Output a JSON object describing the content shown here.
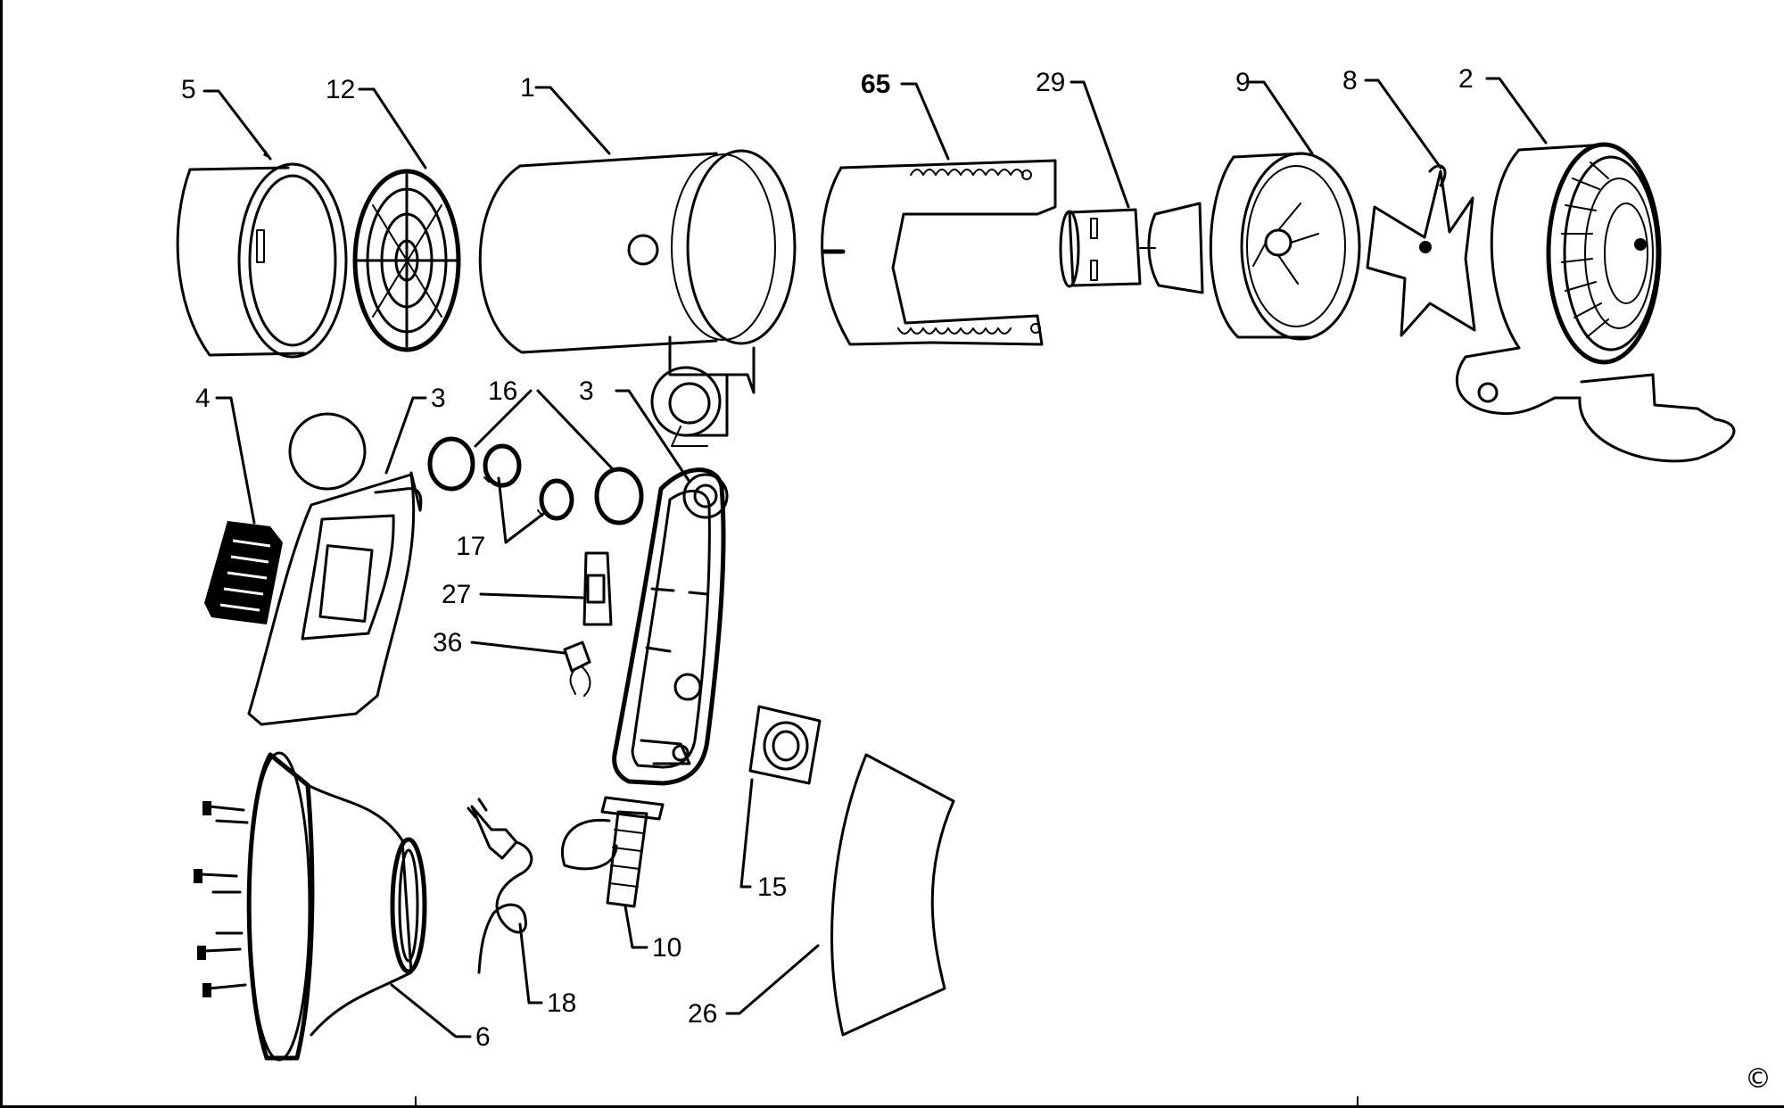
{
  "diagram": {
    "labels": [
      {
        "id": "5",
        "text": "5"
      },
      {
        "id": "12",
        "text": "12"
      },
      {
        "id": "1",
        "text": "1"
      },
      {
        "id": "65",
        "text": "65"
      },
      {
        "id": "29",
        "text": "29"
      },
      {
        "id": "9",
        "text": "9"
      },
      {
        "id": "8",
        "text": "8"
      },
      {
        "id": "2",
        "text": "2"
      },
      {
        "id": "4",
        "text": "4"
      },
      {
        "id": "3a",
        "text": "3"
      },
      {
        "id": "16",
        "text": "16"
      },
      {
        "id": "3b",
        "text": "3"
      },
      {
        "id": "17",
        "text": "17"
      },
      {
        "id": "27",
        "text": "27"
      },
      {
        "id": "36",
        "text": "36"
      },
      {
        "id": "15",
        "text": "15"
      },
      {
        "id": "10",
        "text": "10"
      },
      {
        "id": "18",
        "text": "18"
      },
      {
        "id": "26",
        "text": "26"
      },
      {
        "id": "6",
        "text": "6"
      }
    ]
  },
  "footer": {
    "copyright": "©"
  }
}
